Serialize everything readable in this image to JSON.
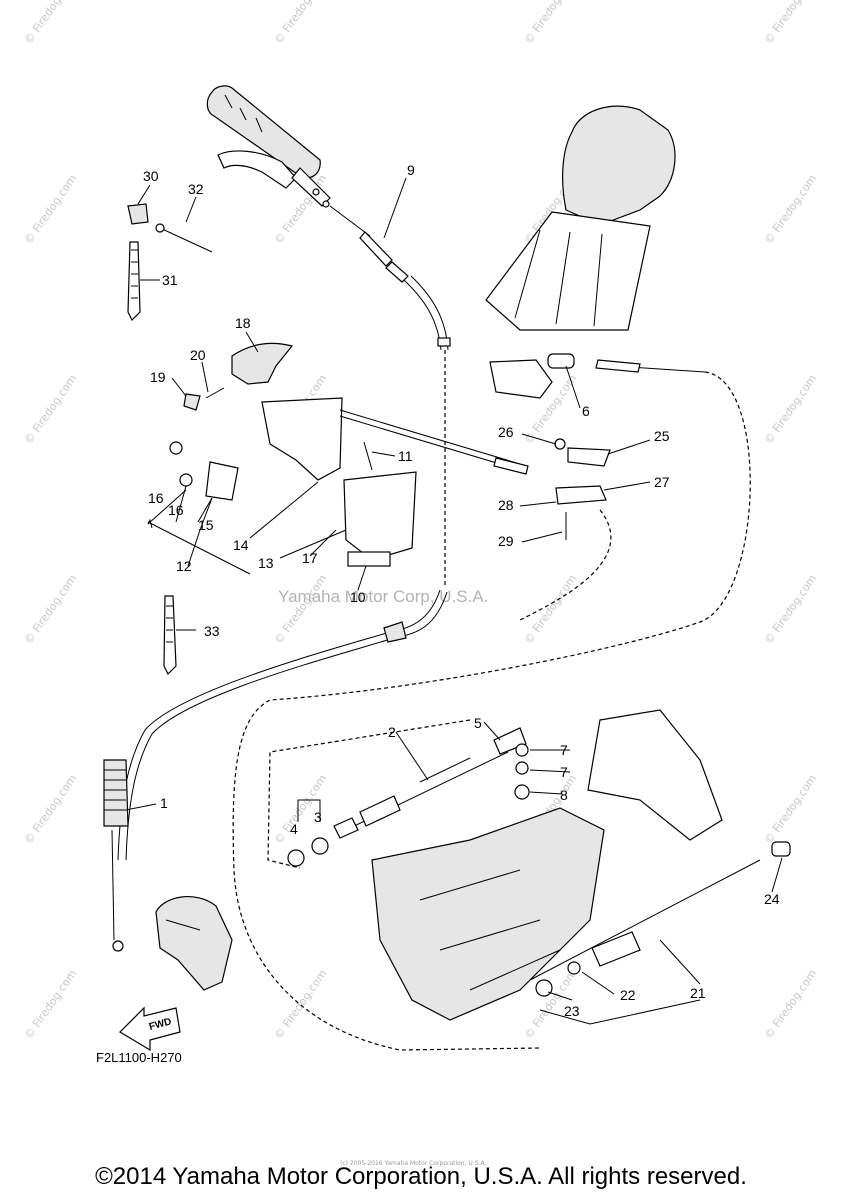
{
  "watermark": {
    "text": "© Firedog.com",
    "center_text": "Yamaha Motor Corp, U.S.A."
  },
  "figure_code": "F2L1100-H270",
  "fwd_label": "FWD",
  "footer": {
    "copyright": "©2014 Yamaha Motor Corporation, U.S.A. All rights reserved.",
    "tiny": "(c) 2005-2016 Yamaha Motor Corporation, U.S.A."
  },
  "callouts": [
    {
      "id": "30",
      "text": "30"
    },
    {
      "id": "32",
      "text": "32"
    },
    {
      "id": "31",
      "text": "31"
    },
    {
      "id": "9",
      "text": "9"
    },
    {
      "id": "18",
      "text": "18"
    },
    {
      "id": "20",
      "text": "20"
    },
    {
      "id": "19",
      "text": "19"
    },
    {
      "id": "6",
      "text": "6"
    },
    {
      "id": "26",
      "text": "26"
    },
    {
      "id": "25",
      "text": "25"
    },
    {
      "id": "11",
      "text": "11"
    },
    {
      "id": "27",
      "text": "27"
    },
    {
      "id": "28",
      "text": "28"
    },
    {
      "id": "29",
      "text": "29"
    },
    {
      "id": "16a",
      "text": "16"
    },
    {
      "id": "16b",
      "text": "16"
    },
    {
      "id": "15",
      "text": "15"
    },
    {
      "id": "14",
      "text": "14"
    },
    {
      "id": "12",
      "text": "12"
    },
    {
      "id": "13",
      "text": "13"
    },
    {
      "id": "17",
      "text": "17"
    },
    {
      "id": "10",
      "text": "10"
    },
    {
      "id": "33",
      "text": "33"
    },
    {
      "id": "5",
      "text": "5"
    },
    {
      "id": "2",
      "text": "2"
    },
    {
      "id": "7a",
      "text": "7"
    },
    {
      "id": "7b",
      "text": "7"
    },
    {
      "id": "8",
      "text": "8"
    },
    {
      "id": "1",
      "text": "1"
    },
    {
      "id": "4",
      "text": "4"
    },
    {
      "id": "3",
      "text": "3"
    },
    {
      "id": "24",
      "text": "24"
    },
    {
      "id": "22",
      "text": "22"
    },
    {
      "id": "21",
      "text": "21"
    },
    {
      "id": "23",
      "text": "23"
    }
  ]
}
